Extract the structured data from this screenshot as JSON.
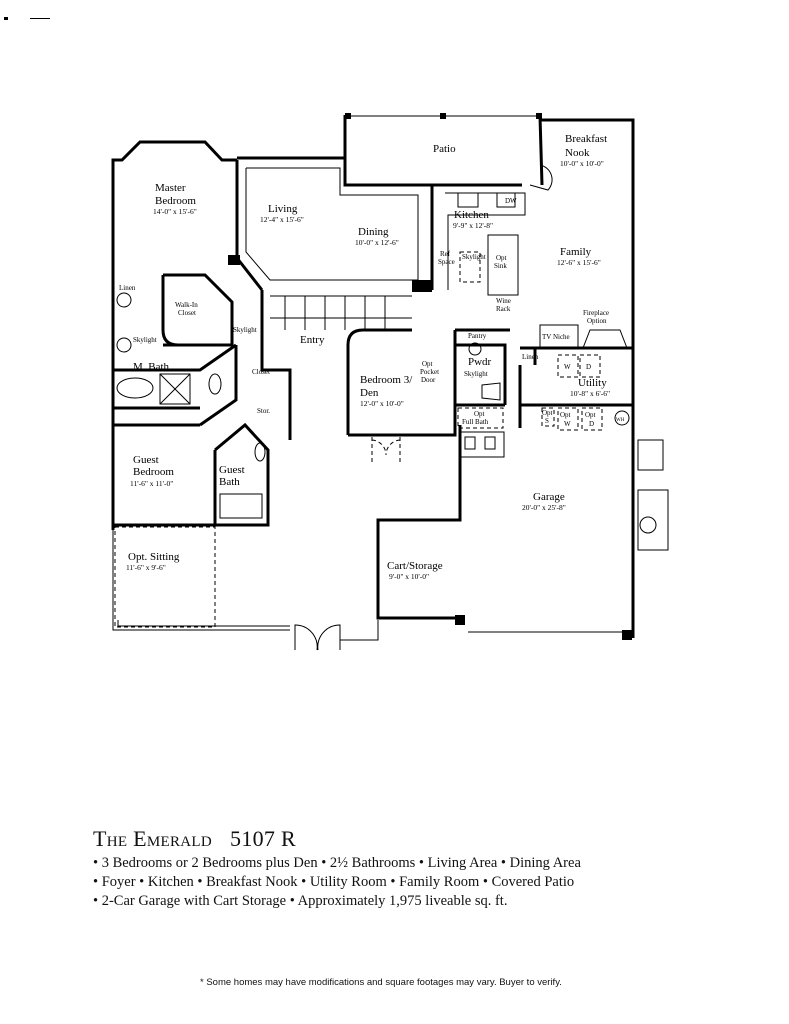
{
  "plan": {
    "rooms": {
      "patio": "Patio",
      "nook_1": "Breakfast",
      "nook_2": "Nook",
      "nook_dim": "10'-0\" x 10'-0\"",
      "master_1": "Master",
      "master_2": "Bedroom",
      "master_dim": "14'-0\" x 15'-6\"",
      "living": "Living",
      "living_dim": "12'-4\" x 15'-6\"",
      "dining": "Dining",
      "dining_dim": "10'-0\" x 12'-6\"",
      "kitchen": "Kitchen",
      "kitchen_dim": "9'-9\" x 12'-8\"",
      "dw": "DW",
      "ref_1": "Ref",
      "ref_2": "Space",
      "skylight_k": "Skylight",
      "opt_sink_1": "Opt",
      "opt_sink_2": "Sink",
      "wine_1": "Wine",
      "wine_2": "Rack",
      "family": "Family",
      "family_dim": "12'-6\" x 15'-6\"",
      "fireplace_1": "Fireplace",
      "fireplace_2": "Option",
      "tv_niche": "TV Niche",
      "linen_m": "Linen",
      "walkin_1": "Walk-In",
      "walkin_2": "Closet",
      "skylight_m": "Skylight",
      "skylight_h": "Skylight",
      "mbath": "M. Bath",
      "entry": "Entry",
      "closet": "Closet",
      "stor": "Stor.",
      "bed3_1": "Bedroom 3/",
      "bed3_2": "Den",
      "bed3_dim": "12'-0\" x 10'-0\"",
      "pocket_1": "Opt",
      "pocket_2": "Pocket",
      "pocket_3": "Door",
      "pantry": "Pantry",
      "pwdr": "Pwdr",
      "skylight_p": "Skylight",
      "linen_u": "Linen",
      "w": "W",
      "d": "D",
      "utility": "Utility",
      "utility_dim": "10'-8\" x 6'-6\"",
      "opt_s_1": "Opt",
      "opt_s_2": "S",
      "opt_w_1": "Opt",
      "opt_w_2": "W",
      "opt_d_1": "Opt",
      "opt_d_2": "D",
      "wh": "WH",
      "full_bath_1": "Opt",
      "full_bath_2": "Full Bath",
      "guest_1": "Guest",
      "guest_2": "Bedroom",
      "guest_dim": "11'-6\" x 11'-0\"",
      "guest_bath_1": "Guest",
      "guest_bath_2": "Bath",
      "sitting": "Opt. Sitting",
      "sitting_dim": "11'-6\" x 9'-6\"",
      "garage": "Garage",
      "garage_dim": "20'-0\" x 25'-8\"",
      "cart": "Cart/Storage",
      "cart_dim": "9'-0\" x 10'-0\""
    }
  },
  "info": {
    "name": "The Emerald",
    "model": "5107 R",
    "features": [
      "• 3 Bedrooms or 2 Bedrooms plus Den • 2½ Bathrooms • Living Area • Dining Area",
      "• Foyer • Kitchen • Breakfast Nook • Utility Room • Family Room • Covered Patio",
      "• 2-Car Garage with Cart Storage • Approximately 1,975 liveable sq. ft."
    ],
    "disclaimer": "* Some homes may have modifications and square footages may vary. Buyer to verify."
  }
}
